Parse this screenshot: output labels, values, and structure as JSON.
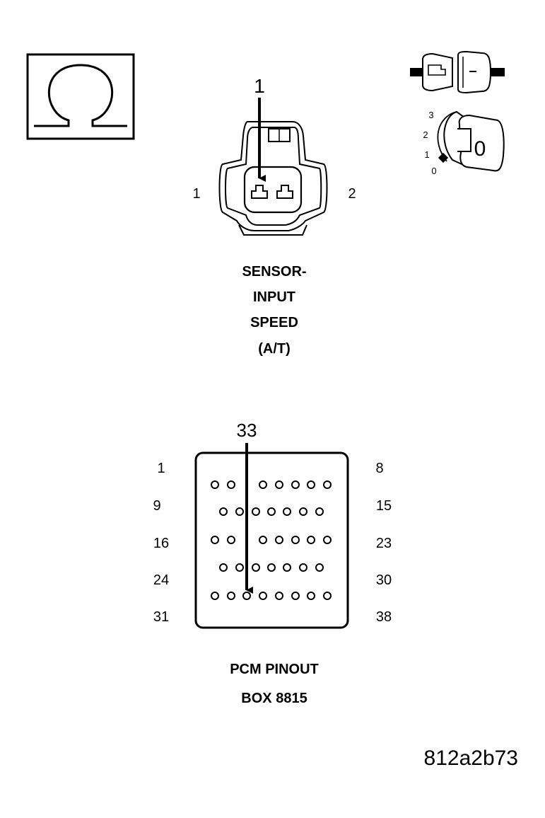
{
  "ohmmeter_icon": {
    "icon": "omega-icon"
  },
  "key_icon": {
    "icon": "ignition-key-icon",
    "positions": [
      "3",
      "2",
      "1",
      "0"
    ],
    "key_label": "0"
  },
  "sensor_connector": {
    "pointer_label": "1",
    "left_label": "1",
    "right_label": "2",
    "caption": [
      "SENSOR-",
      "INPUT",
      "SPEED",
      "(A/T)"
    ]
  },
  "pcm_connector": {
    "pointer_label": "33",
    "row_labels_left": [
      "1",
      "9",
      "16",
      "24",
      "31"
    ],
    "row_labels_right": [
      "8",
      "15",
      "23",
      "30",
      "38"
    ],
    "caption": [
      "PCM PINOUT",
      "BOX 8815"
    ]
  },
  "figure_id": "812a2b73"
}
